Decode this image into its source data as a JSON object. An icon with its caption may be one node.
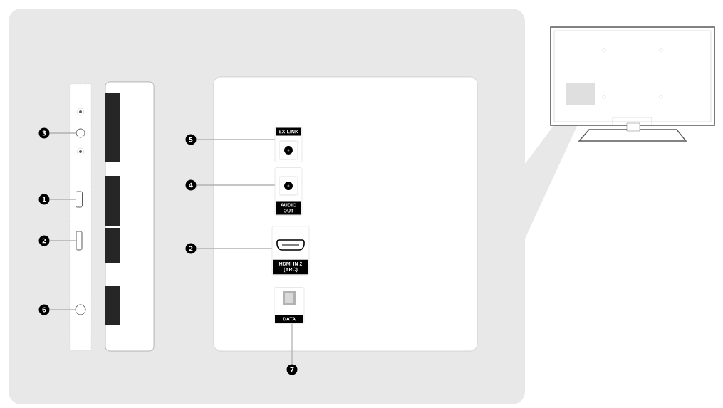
{
  "diagram": {
    "nodes": [
      {
        "text": [
          "3"
        ]
      },
      {
        "text": [
          "1"
        ]
      },
      {
        "text": [
          "2"
        ]
      },
      {
        "text": [
          "6"
        ]
      },
      {
        "text": [
          "5"
        ]
      },
      {
        "text": [
          "4"
        ]
      },
      {
        "text": [
          "2"
        ]
      },
      {
        "text": [
          "7"
        ]
      },
      {
        "text": [],
        "shape": "circle"
      },
      {
        "text": [],
        "shape": "box"
      },
      {
        "text": [],
        "shape": "box"
      },
      {
        "text": [],
        "shape": "circle"
      },
      {
        "text": [
          "EX-LINK"
        ]
      },
      {
        "text": [
          "AUDIO OUT"
        ]
      },
      {
        "text": [
          "HDMI IN 2 (ARC)"
        ]
      },
      {
        "text": [
          "DATA"
        ]
      }
    ],
    "edges": [
      {
        "from": 0,
        "to": 8,
        "arrow": "none"
      },
      {
        "from": 1,
        "to": 9,
        "arrow": "none"
      },
      {
        "from": 2,
        "to": 10,
        "arrow": "none"
      },
      {
        "from": 3,
        "to": 11,
        "arrow": "none"
      },
      {
        "from": 4,
        "to": 12,
        "arrow": "none"
      },
      {
        "from": 5,
        "to": 13,
        "arrow": "none"
      },
      {
        "from": 6,
        "to": 14,
        "arrow": "none"
      },
      {
        "from": 7,
        "to": 15,
        "arrow": "none"
      }
    ]
  }
}
